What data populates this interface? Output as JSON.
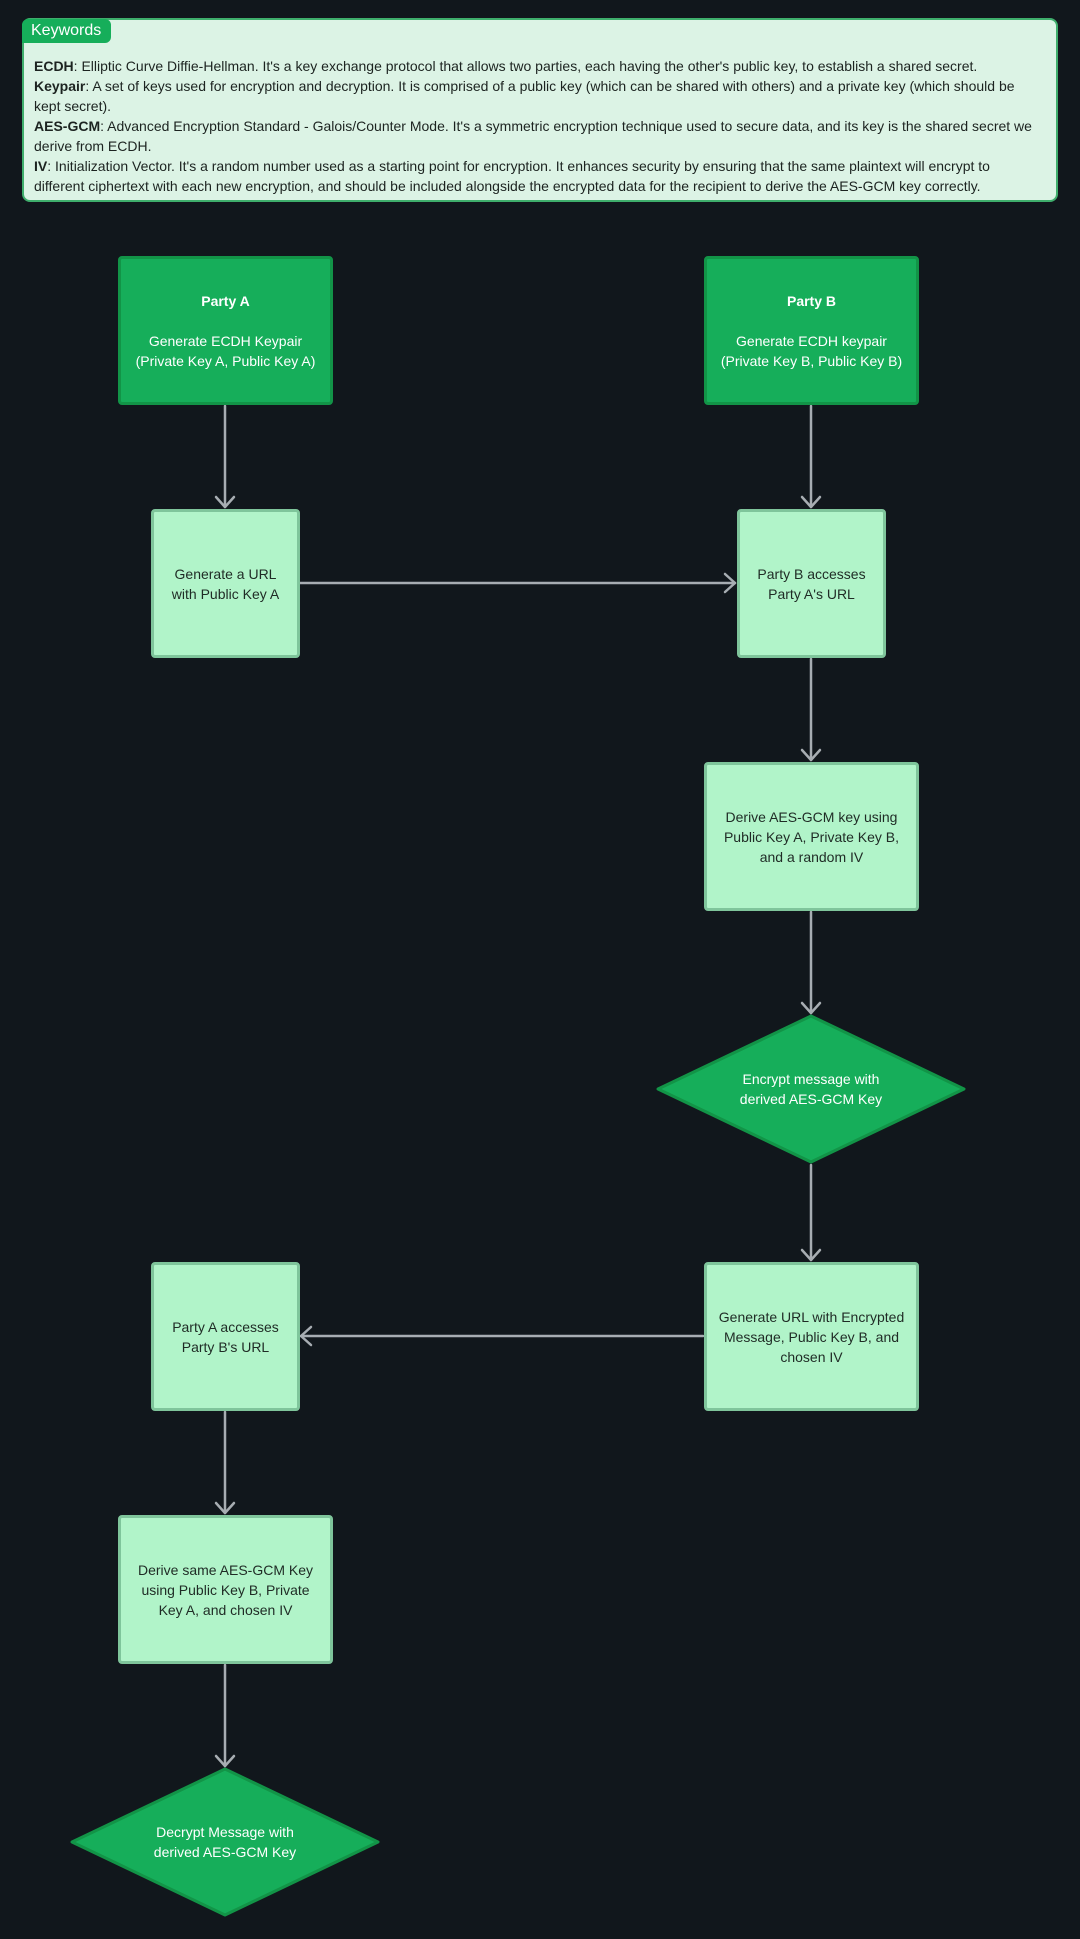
{
  "keywords": {
    "tag": "Keywords",
    "items": [
      {
        "term": "ECDH",
        "definition": ": Elliptic Curve Diffie-Hellman. It's a key exchange protocol that allows two parties, each having the other's public key, to establish a shared secret."
      },
      {
        "term": "Keypair",
        "definition": ": A set of keys used for encryption and decryption. It is comprised of a public key (which can be shared with others) and a private key (which should be kept secret)."
      },
      {
        "term": "AES-GCM",
        "definition": ": Advanced Encryption Standard - Galois/Counter Mode. It's a symmetric encryption technique used to secure data, and its key is the shared secret we derive from ECDH."
      },
      {
        "term": "IV",
        "definition": ": Initialization Vector. It's a random number used as a starting point for encryption. It enhances security by ensuring that the same plaintext will encrypt to different ciphertext with each new encryption, and should be included alongside the encrypted data for the recipient to derive the AES-GCM key correctly."
      }
    ]
  },
  "nodes": {
    "party_a": {
      "title": "Party A",
      "line1": "Generate ECDH Keypair",
      "line2": "(Private Key A, Public Key A)"
    },
    "party_b": {
      "title": "Party B",
      "line1": "Generate ECDH keypair",
      "line2": "(Private Key B, Public Key B)"
    },
    "gen_url_a": {
      "line1": "Generate a URL",
      "line2": "with Public Key A"
    },
    "b_access": {
      "line1": "Party B accesses",
      "line2": "Party A's URL"
    },
    "derive_b": {
      "line1": "Derive AES-GCM key using",
      "line2": "Public Key A, Private Key B,",
      "line3": "and a random IV"
    },
    "encrypt": {
      "line1": "Encrypt message with",
      "line2": "derived AES-GCM Key"
    },
    "gen_url_b": {
      "line1": "Generate URL with Encrypted",
      "line2": "Message, Public Key B, and",
      "line3": "chosen IV"
    },
    "a_access": {
      "line1": "Party A accesses",
      "line2": "Party B's URL"
    },
    "derive_a": {
      "line1": "Derive same AES-GCM Key",
      "line2": "using Public Key B, Private",
      "line3": "Key A, and chosen IV"
    },
    "decrypt": {
      "line1": "Decrypt Message with",
      "line2": "derived AES-GCM Key"
    }
  },
  "colors": {
    "background": "#11171c",
    "dark_node": "#16ae5a",
    "light_node": "#b1f4c9",
    "arrow": "#a7adb2"
  }
}
